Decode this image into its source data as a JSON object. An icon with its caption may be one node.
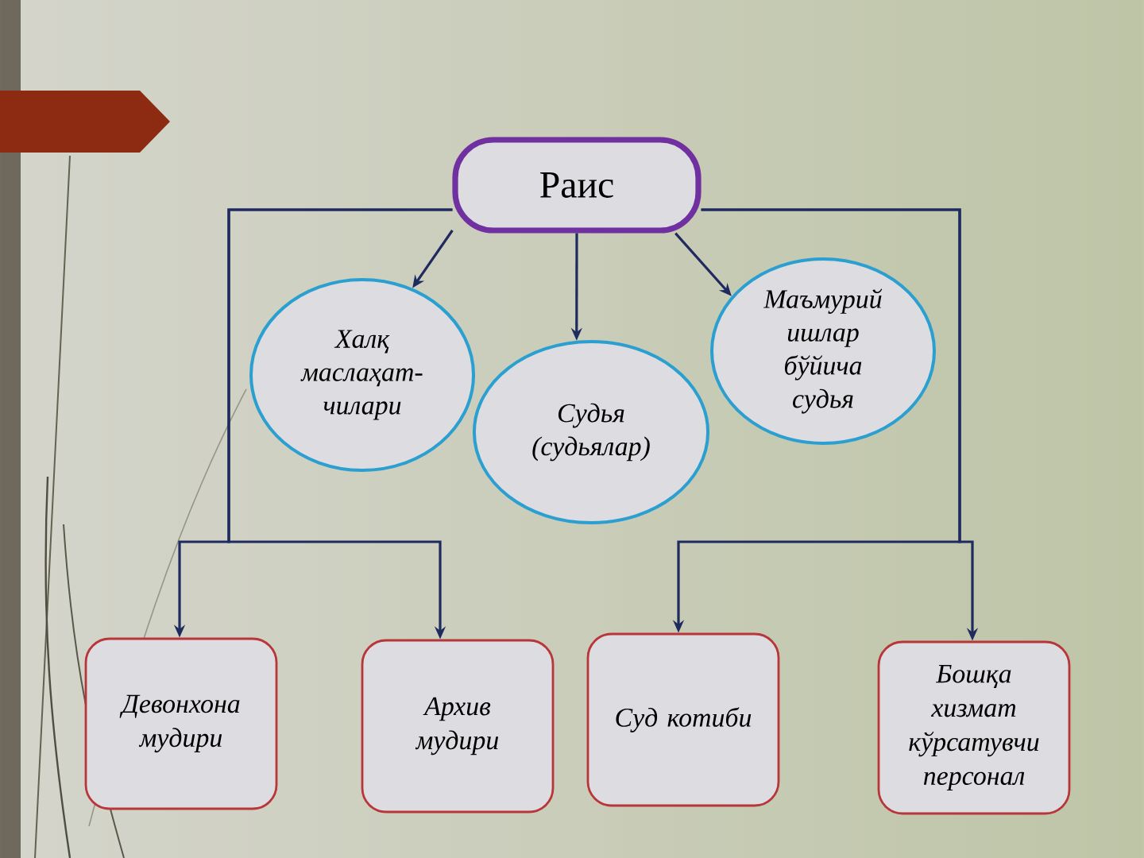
{
  "diagram": {
    "nodes": [
      {
        "text": [
          "Раис"
        ]
      },
      {
        "text": [
          "Халқ маслаҳат-чилари"
        ]
      },
      {
        "text": [
          "Судья (судьялар)"
        ]
      },
      {
        "text": [
          "Маъмурий ишлар бўйича судья"
        ]
      },
      {
        "text": [
          "Девонхона мудири"
        ]
      },
      {
        "text": [
          "Архив мудири"
        ]
      },
      {
        "text": [
          "Суд котиби"
        ]
      },
      {
        "text": [
          "Бошқа хизмат кўрсатувчи персонал"
        ]
      }
    ],
    "edges": [
      {
        "from": 0,
        "to": 1,
        "arrow": "to"
      },
      {
        "from": 0,
        "to": 2,
        "arrow": "to"
      },
      {
        "from": 0,
        "to": 3,
        "arrow": "to"
      },
      {
        "from": 0,
        "to": 4,
        "arrow": "to"
      },
      {
        "from": 0,
        "to": 5,
        "arrow": "to"
      },
      {
        "from": 0,
        "to": 6,
        "arrow": "to"
      },
      {
        "from": 0,
        "to": 7,
        "arrow": "to"
      }
    ]
  }
}
